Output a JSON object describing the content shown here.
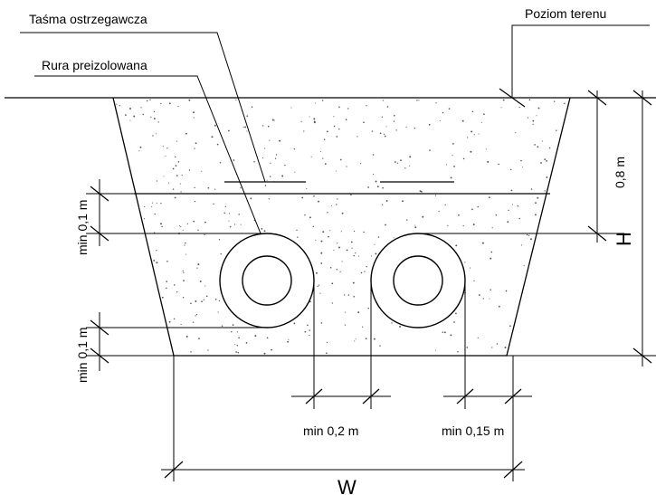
{
  "labels": {
    "warning_tape": "Taśma ostrzegawcza",
    "ground_level": "Poziom terenu",
    "preinsulated_pipe": "Rura preizolowana",
    "depth": "0,8 m",
    "height": "H",
    "min_top": "min 0,1 m",
    "min_bottom": "min 0,1 m",
    "min_gap": "min 0,2 m",
    "min_side": "min 0,15 m",
    "width": "W"
  },
  "colors": {
    "line": "#000000",
    "fill": "#ffffff",
    "speckle": "#555555"
  }
}
